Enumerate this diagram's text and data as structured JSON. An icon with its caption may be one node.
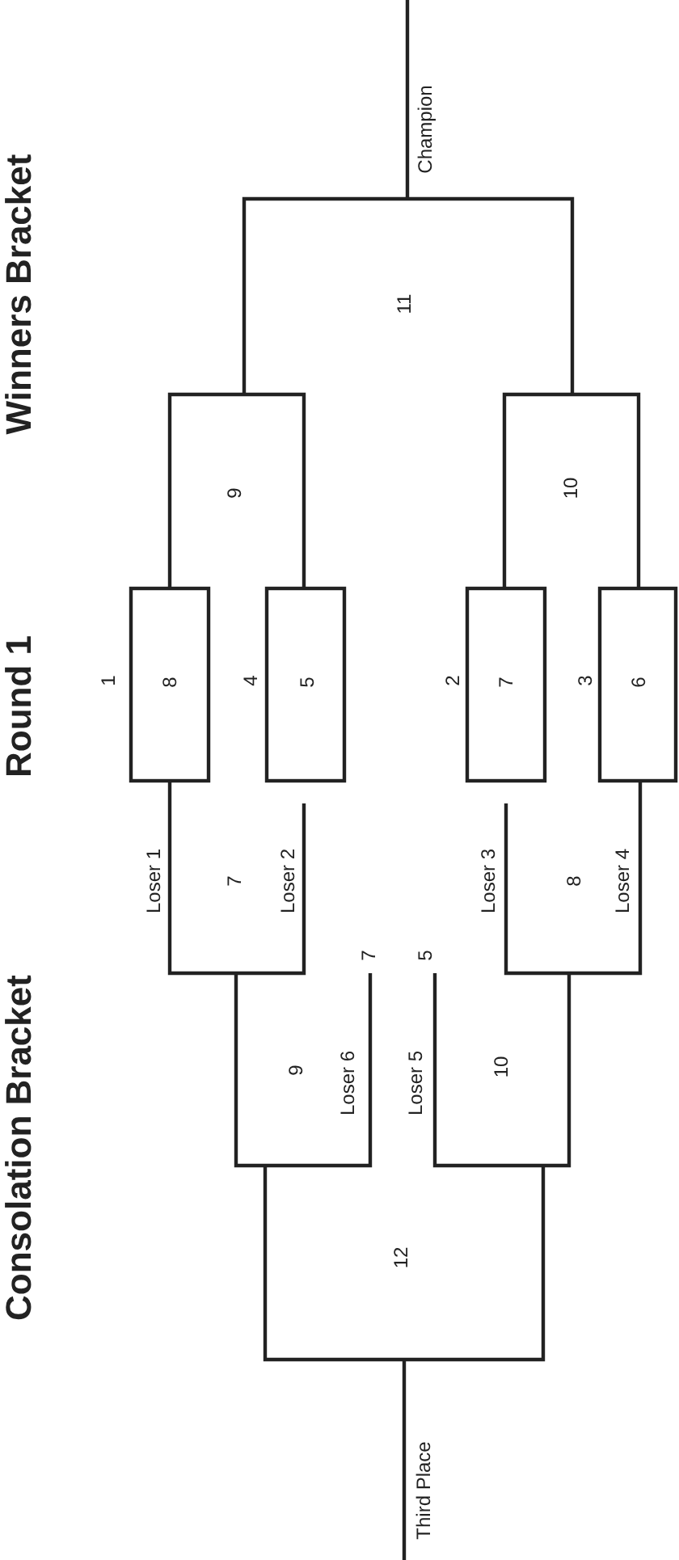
{
  "diagram": {
    "labels": [
      "Winners Bracket",
      "Round 1",
      "Consolation Bracket",
      "Champion",
      "11",
      "9",
      "10",
      "1",
      "8",
      "4",
      "5",
      "2",
      "7",
      "3",
      "6",
      "Loser 1",
      "7",
      "Loser 2",
      "Loser 3",
      "8",
      "Loser 4",
      "7",
      "5",
      "9",
      "Loser 6",
      "Loser 5",
      "10",
      "12",
      "Third Place"
    ]
  }
}
